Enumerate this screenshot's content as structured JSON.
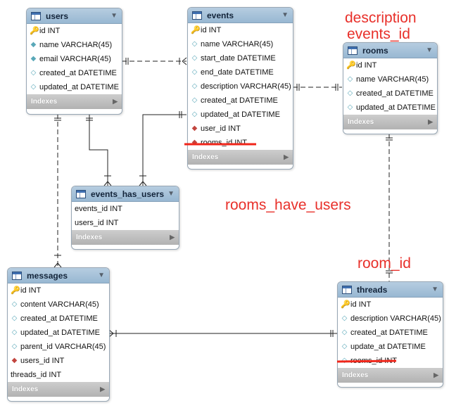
{
  "tables": {
    "users": {
      "title": "users",
      "columns": [
        "id INT",
        "name VARCHAR(45)",
        "email VARCHAR(45)",
        "created_at DATETIME",
        "updated_at DATETIME"
      ],
      "indexes": "Indexes"
    },
    "events": {
      "title": "events",
      "columns": [
        "id INT",
        "name VARCHAR(45)",
        "start_date DATETIME",
        "end_date DATETIME",
        "description VARCHAR(45)",
        "created_at DATETIME",
        "updated_at DATETIME",
        "user_id INT",
        "rooms_id INT"
      ],
      "indexes": "Indexes"
    },
    "rooms": {
      "title": "rooms",
      "columns": [
        "id INT",
        "name VARCHAR(45)",
        "created_at DATETIME",
        "updated_at DATETIME"
      ],
      "indexes": "Indexes"
    },
    "events_has_users": {
      "title": "events_has_users",
      "columns": [
        "events_id INT",
        "users_id INT"
      ],
      "indexes": "Indexes"
    },
    "messages": {
      "title": "messages",
      "columns": [
        "id INT",
        "content VARCHAR(45)",
        "created_at DATETIME",
        "updated_at DATETIME",
        "parent_id VARCHAR(45)",
        "users_id INT",
        "threads_id INT"
      ],
      "indexes": "Indexes"
    },
    "threads": {
      "title": "threads",
      "columns": [
        "id INT",
        "description VARCHAR(45)",
        "created_at DATETIME",
        "update_at DATETIME",
        "rooms_id INT"
      ],
      "indexes": "Indexes"
    }
  },
  "annotations": {
    "description": "description",
    "events_id": "events_id",
    "rooms_have_users": "rooms_have_users",
    "room_id": "room_id"
  },
  "colors": {
    "annotation": "#e8302a",
    "header": "#a9c4da",
    "footer": "#bdbdbd"
  }
}
